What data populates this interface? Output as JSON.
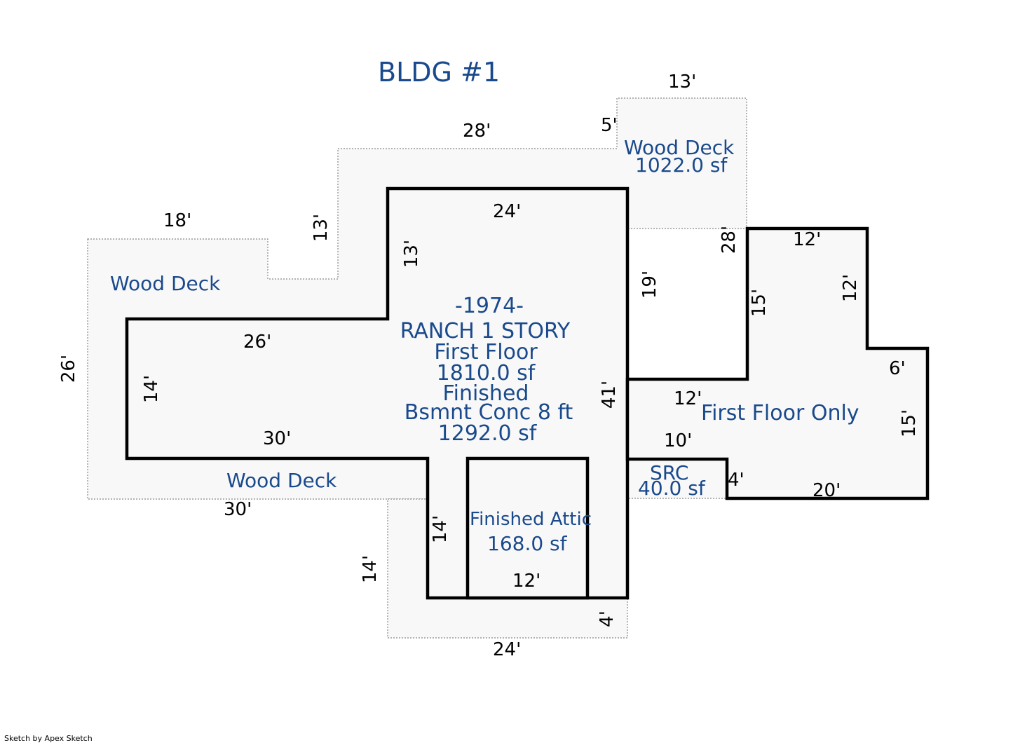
{
  "title": "BLDG #1",
  "credit": "Sketch by Apex Sketch",
  "colors": {
    "label": "#1a4a8c",
    "wall": "#000000",
    "deck_border": "#888888",
    "fill": "#f8f8f8"
  },
  "areas": {
    "main": {
      "year": "-1974-",
      "style": "RANCH 1 STORY",
      "floor": "First Floor",
      "floor_area": "1810.0 sf",
      "finish": "Finished",
      "basement": "Bsmnt Conc 8 ft",
      "basement_area": "1292.0 sf"
    },
    "deck_top_right": {
      "name": "Wood Deck",
      "area": "1022.0 sf"
    },
    "deck_left": {
      "name": "Wood Deck"
    },
    "deck_bottom": {
      "name": "Wood Deck"
    },
    "first_floor_only": {
      "name": "First Floor Only"
    },
    "src": {
      "name": "SRC",
      "area": "40.0 sf"
    },
    "attic": {
      "name": "Finished Attic",
      "area": "168.0 sf"
    }
  },
  "dimensions": {
    "d_13_top": "13'",
    "d_5": "5'",
    "d_28_top": "28'",
    "d_18": "18'",
    "d_13_vert_deck": "13'",
    "d_24_top": "24'",
    "d_13_vert_main": "13'",
    "d_28_vert": "28'",
    "d_12_ffo_top": "12'",
    "d_19": "19'",
    "d_12_ffo_vert": "12'",
    "d_15_ffo": "15'",
    "d_26_vert": "26'",
    "d_26_horiz": "26'",
    "d_14_left": "14'",
    "d_6": "6'",
    "d_41": "41'",
    "d_12_mid": "12'",
    "d_15_right": "15'",
    "d_30_upper": "30'",
    "d_10": "10'",
    "d_4_src": "4'",
    "d_20": "20'",
    "d_30_lower": "30'",
    "d_14_attic": "14'",
    "d_14_deck": "14'",
    "d_12_attic": "12'",
    "d_4_bottom": "4'",
    "d_24_bottom": "24'"
  }
}
